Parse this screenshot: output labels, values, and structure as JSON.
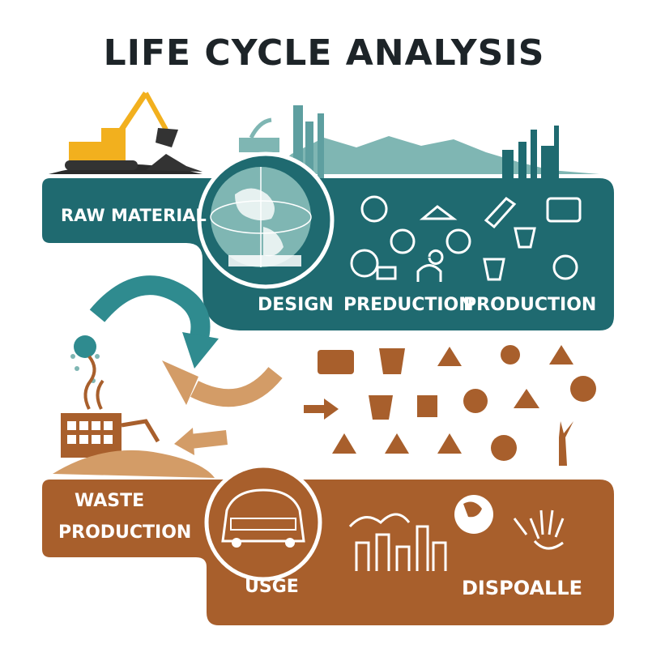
{
  "title": "LIFE CYCLE ANALYSIS",
  "stages": {
    "raw_material": "RAW MATERIAL",
    "design": "DESIGN",
    "preduction": "PREDUCTION",
    "production": "PRODUCTION",
    "waste_line1": "WASTE",
    "waste_line2": "PRODUCTION",
    "usge": "USGE",
    "dispoalle": "DISPOALLE"
  },
  "colors": {
    "teal": "#1f6a70",
    "teal_light": "#7fb6b3",
    "brown": "#a85f2c",
    "tan": "#d39c67",
    "dark": "#1d2428"
  },
  "icons": {
    "top_band": [
      "excavator-icon",
      "factory-skyline-icon",
      "globe-icon"
    ],
    "top_panel": [
      "recycle-icon",
      "book-icon",
      "tool-icon",
      "camera-icon",
      "globe-icon",
      "globe-icon",
      "cup-icon",
      "globe-icon",
      "person-icon",
      "cup-icon",
      "rocket-icon"
    ],
    "middle": [
      "bottles-icon",
      "cup-icon",
      "recycle-icon",
      "tree-icon",
      "recycle-icon",
      "arrows-icon",
      "cup-icon",
      "hand-icon",
      "globe-icon",
      "recycle-icon",
      "recycle-icon",
      "recycle-icon",
      "recycle-icon",
      "globe-icon",
      "plant-icon"
    ],
    "bottom_panel": [
      "car-icon",
      "city-skyline-icon",
      "globe-icon",
      "hand-icon"
    ]
  }
}
